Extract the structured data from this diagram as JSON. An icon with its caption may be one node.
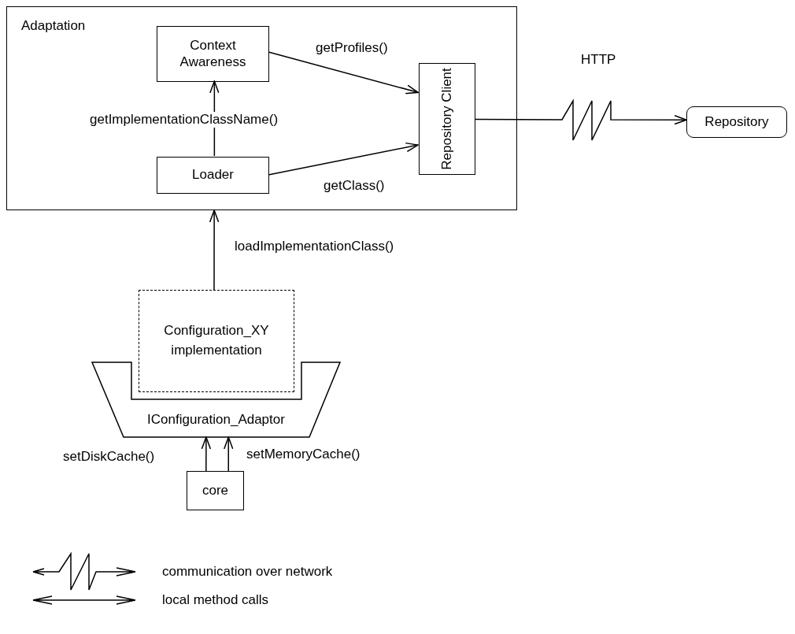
{
  "diagram": {
    "nodes": [
      {
        "text": [
          "Adaptation"
        ]
      },
      {
        "text": [
          "Context Awareness"
        ],
        "in": 0
      },
      {
        "text": [
          "Loader"
        ],
        "in": 0
      },
      {
        "text": [
          "Repository Client"
        ],
        "in": 0
      },
      {
        "text": [
          "Repository"
        ]
      },
      {
        "text": [
          "Configuration_XY implementation"
        ]
      },
      {
        "text": [
          "IConfiguration_Adaptor"
        ]
      },
      {
        "text": [
          "core"
        ]
      }
    ],
    "edges": [
      {
        "from": 1,
        "to": 3,
        "arrow": "to",
        "label": "getProfiles()"
      },
      {
        "from": 2,
        "to": 1,
        "arrow": "to",
        "label": "getImplementationClassName()"
      },
      {
        "from": 2,
        "to": 3,
        "arrow": "to",
        "label": "getClass()"
      },
      {
        "from": 3,
        "to": 4,
        "arrow": "to",
        "label": "HTTP"
      },
      {
        "from": 5,
        "to": 0,
        "arrow": "to",
        "label": "loadImplementationClass()"
      },
      {
        "from": 7,
        "to": 6,
        "arrow": "to",
        "label": "setDiskCache()"
      },
      {
        "from": 7,
        "to": 6,
        "arrow": "to",
        "label": "setMemoryCache()"
      }
    ],
    "legend": [
      {
        "text": "communication over network"
      },
      {
        "text": "local method calls"
      }
    ]
  }
}
